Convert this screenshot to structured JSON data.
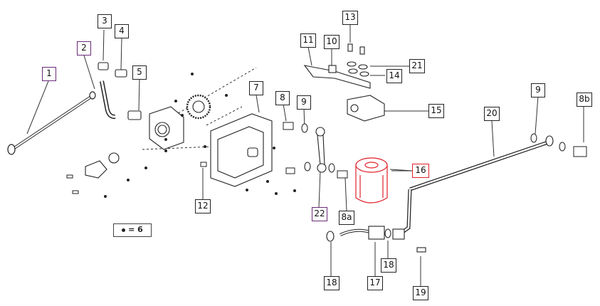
{
  "callouts": [
    {
      "id": "c1",
      "label": "1",
      "style": "purple"
    },
    {
      "id": "c2",
      "label": "2",
      "style": "purple"
    },
    {
      "id": "c3",
      "label": "3",
      "style": "normal"
    },
    {
      "id": "c4",
      "label": "4",
      "style": "normal"
    },
    {
      "id": "c5",
      "label": "5",
      "style": "normal"
    },
    {
      "id": "c7",
      "label": "7",
      "style": "normal"
    },
    {
      "id": "c8",
      "label": "8",
      "style": "normal"
    },
    {
      "id": "c9a",
      "label": "9",
      "style": "normal"
    },
    {
      "id": "c9b",
      "label": "9",
      "style": "normal"
    },
    {
      "id": "c8b",
      "label": "8b",
      "style": "normal"
    },
    {
      "id": "c10",
      "label": "10",
      "style": "normal"
    },
    {
      "id": "c11",
      "label": "11",
      "style": "normal"
    },
    {
      "id": "c12",
      "label": "12",
      "style": "normal"
    },
    {
      "id": "c13",
      "label": "13",
      "style": "normal"
    },
    {
      "id": "c14",
      "label": "14",
      "style": "normal"
    },
    {
      "id": "c15",
      "label": "15",
      "style": "normal"
    },
    {
      "id": "c16",
      "label": "16",
      "style": "red"
    },
    {
      "id": "c17",
      "label": "17",
      "style": "normal"
    },
    {
      "id": "c18a",
      "label": "18",
      "style": "normal"
    },
    {
      "id": "c18b",
      "label": "18",
      "style": "normal"
    },
    {
      "id": "c19",
      "label": "19",
      "style": "normal"
    },
    {
      "id": "c20",
      "label": "20",
      "style": "normal"
    },
    {
      "id": "c21",
      "label": "21",
      "style": "normal"
    },
    {
      "id": "c22",
      "label": "22",
      "style": "purple"
    },
    {
      "id": "c8a",
      "label": "8a",
      "style": "normal"
    }
  ],
  "legend": {
    "text": "= 6"
  },
  "colors": {
    "purple": "#6b2a7a",
    "red": "#e0202a",
    "line": "#333333"
  }
}
